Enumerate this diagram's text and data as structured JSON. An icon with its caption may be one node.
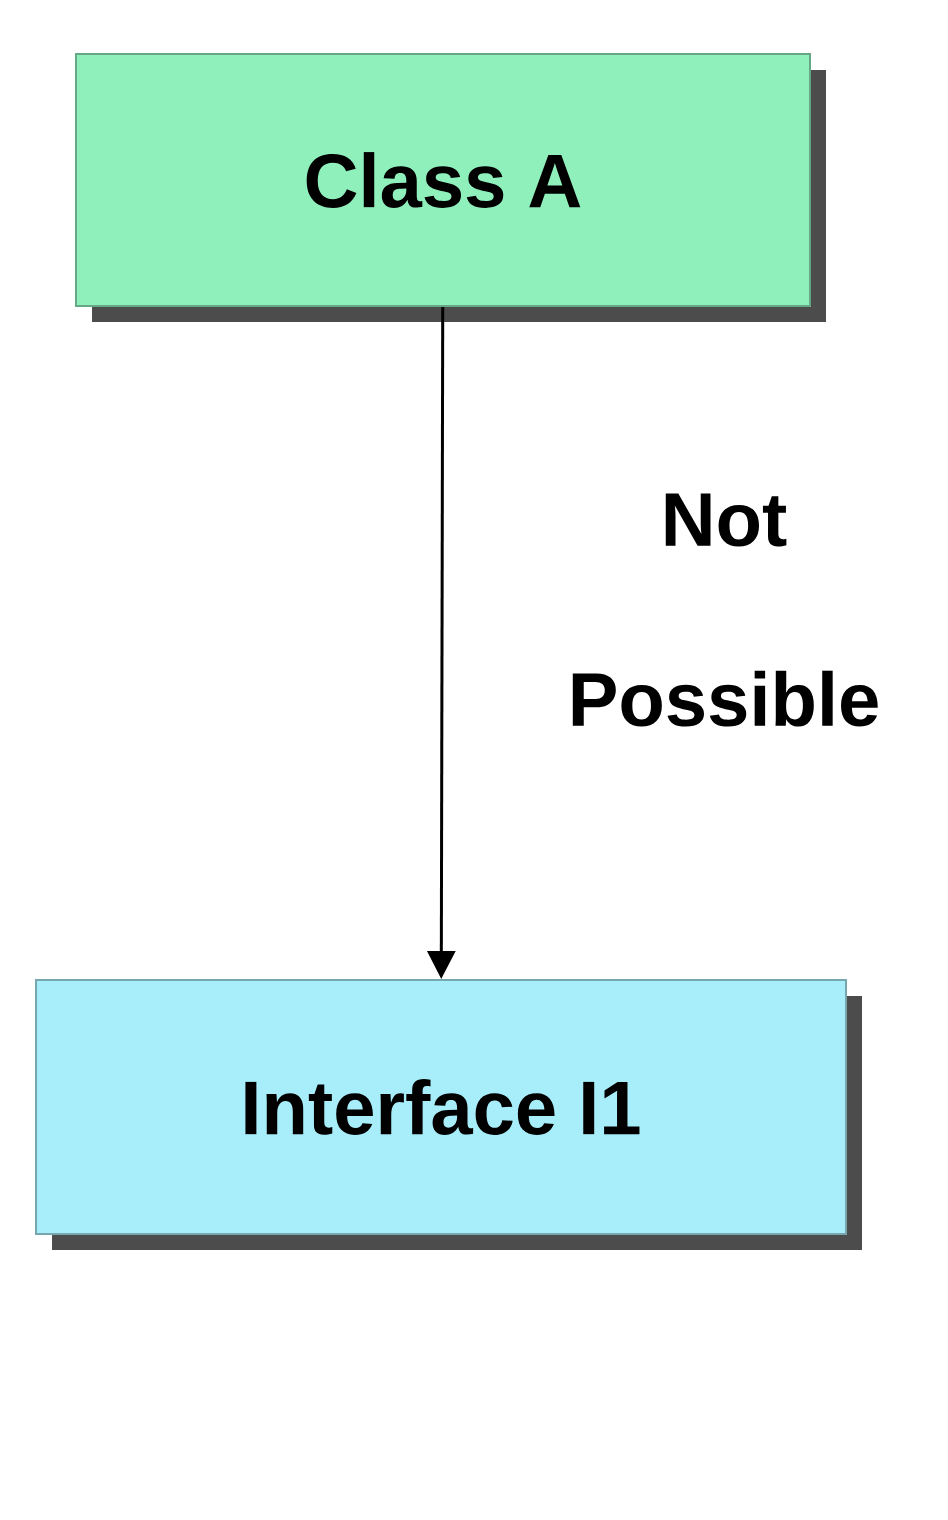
{
  "diagram": {
    "nodes": [
      {
        "text": [
          "Class A"
        ]
      },
      {
        "text": [
          "Interface I1"
        ]
      }
    ],
    "edges": [
      {
        "from": 0,
        "to": 1,
        "arrow": "to",
        "label": "Not Possible"
      }
    ]
  }
}
